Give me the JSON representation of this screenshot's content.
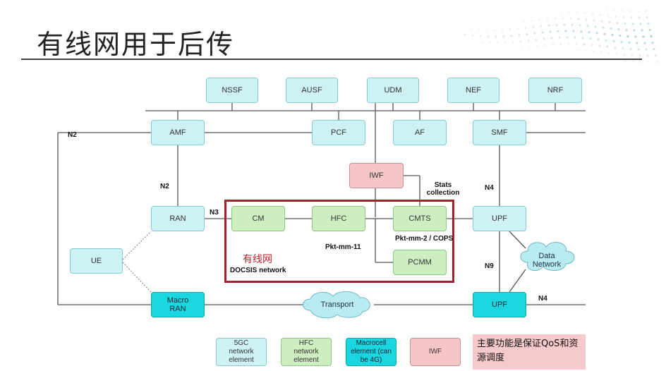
{
  "title": "有线网用于后传",
  "nodes": {
    "nssf": "NSSF",
    "ausf": "AUSF",
    "udm": "UDM",
    "nef": "NEF",
    "nrf": "NRF",
    "amf": "AMF",
    "pcf": "PCF",
    "af": "AF",
    "smf": "SMF",
    "iwf": "IWF",
    "ran": "RAN",
    "cm": "CM",
    "hfc": "HFC",
    "cmts": "CMTS",
    "upf1": "UPF",
    "ue": "UE",
    "pcmm": "PCMM",
    "macro_ran": "Macro RAN",
    "upf2": "UPF"
  },
  "labels": {
    "n2_left": "N2",
    "n2_mid": "N2",
    "n3": "N3",
    "n4_top": "N4",
    "n9": "N9",
    "n4_bottom": "N4",
    "stats": "Stats collection",
    "pkt_mm_11": "Pkt-mm-11",
    "pkt_mm_2": "Pkt-mm-2 / COPS",
    "docsis": "DOCSIS network",
    "cn_wired": "有线网"
  },
  "clouds": {
    "data_network": "Data Network",
    "transport": "Transport"
  },
  "legend": {
    "item1": "5GC network element",
    "item2": "HFC network element",
    "item3": "Macrocell element (can be 4G)",
    "item4": "IWF"
  },
  "note": "主要功能是保证QoS和资源调度",
  "colors": {
    "core": "#cdf1f4",
    "hfc": "#cdeec1",
    "macro": "#1ad6df",
    "iwf": "#f4c6c6",
    "frame": "#a3202c",
    "note": "#f6c9cb"
  }
}
